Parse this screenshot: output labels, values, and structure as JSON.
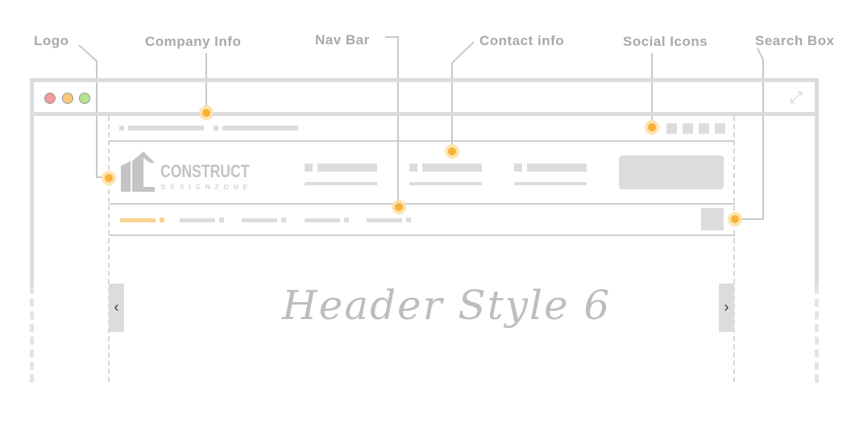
{
  "labels": {
    "logo": "Logo",
    "company_info": "Company Info",
    "nav_bar": "Nav Bar",
    "contact_info": "Contact info",
    "social_icons": "Social Icons",
    "search_box": "Search Box"
  },
  "logo": {
    "name": "CONSTRUCT",
    "tagline": "DEXIGNZONE"
  },
  "title": "Header Style 6",
  "arrows": {
    "prev": "‹",
    "next": "›"
  },
  "colors": {
    "accent": "#f7b23a",
    "gray": "#dcdcdf",
    "close": "#f29b9b",
    "minimize": "#f9c77c",
    "maximize": "#b6e38e"
  }
}
